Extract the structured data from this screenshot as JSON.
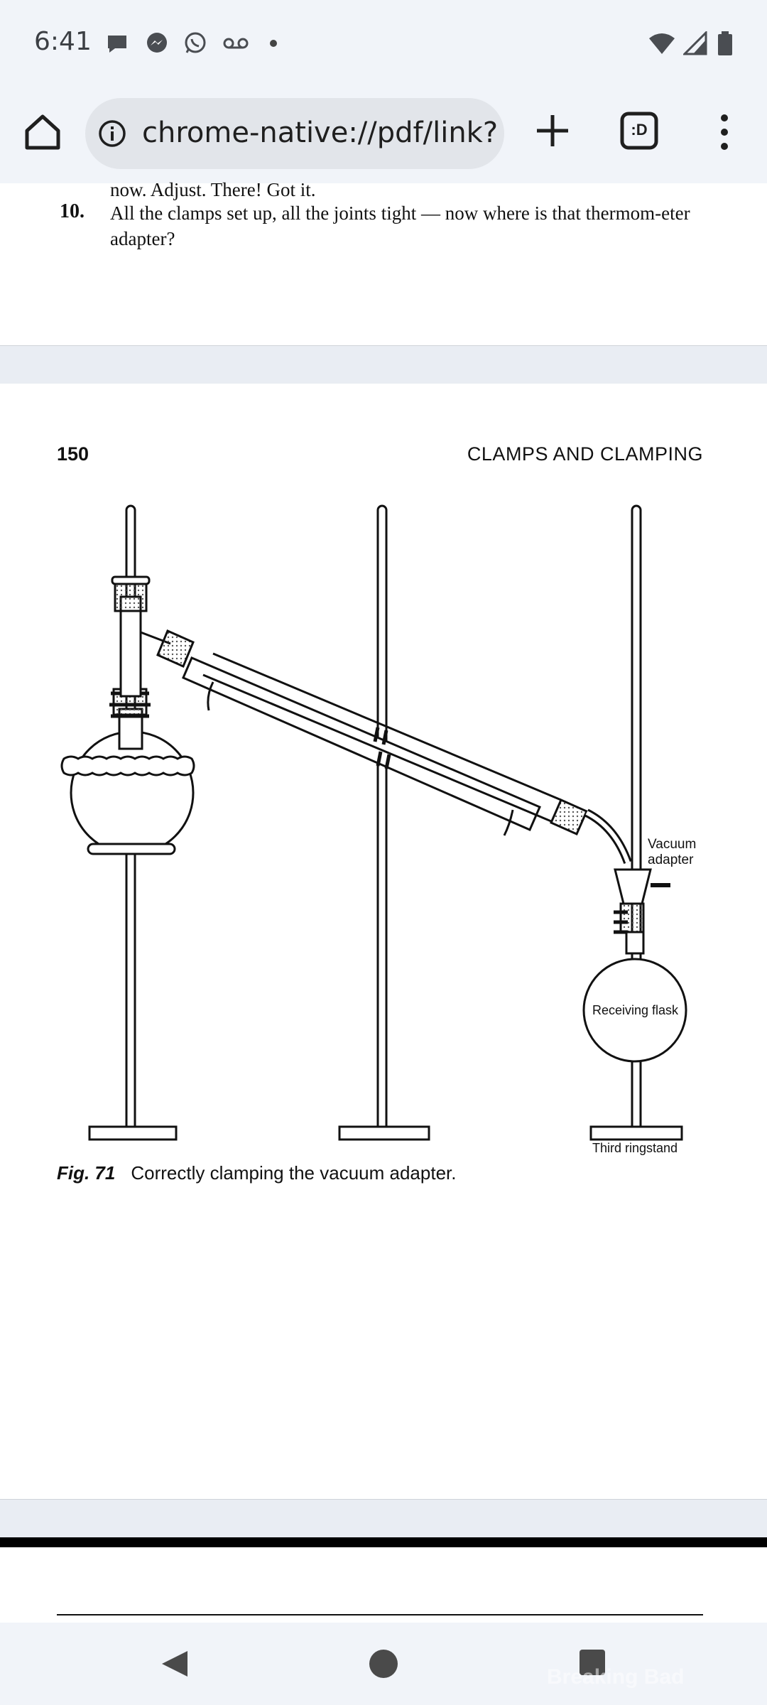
{
  "status_bar": {
    "time": "6:41",
    "notification_icons": [
      "chat-icon",
      "messenger-icon",
      "whatsapp-icon",
      "voicemail-icon"
    ],
    "system_icons": [
      "wifi-icon",
      "cell-signal-icon",
      "battery-icon"
    ]
  },
  "toolbar": {
    "url": "chrome-native://pdf/link?ur",
    "tab_badge": ":D"
  },
  "pdf": {
    "page_prev": {
      "partial_line": "now. Adjust. There! Got it.",
      "item_number": "10.",
      "item_text": "All the clamps set up, all the joints tight — now where is that thermom-eter adapter?"
    },
    "page_current": {
      "page_number": "150",
      "running_head": "CLAMPS AND CLAMPING",
      "caption_label": "Fig. 71",
      "caption_text": "Correctly clamping the vacuum adapter.",
      "figure_labels": {
        "vacuum_adapter_line1": "Vacuum",
        "vacuum_adapter_line2": "adapter",
        "receiving_flask": "Receiving flask",
        "third_ringstand": "Third ringstand"
      }
    }
  },
  "navbar": {
    "overlay": "Breaking Bad"
  },
  "colors": {
    "chrome_bg": "#f1f4f9",
    "url_bg": "#e2e5ea",
    "page_bg": "#ffffff",
    "viewer_bg": "#e9edf3"
  }
}
